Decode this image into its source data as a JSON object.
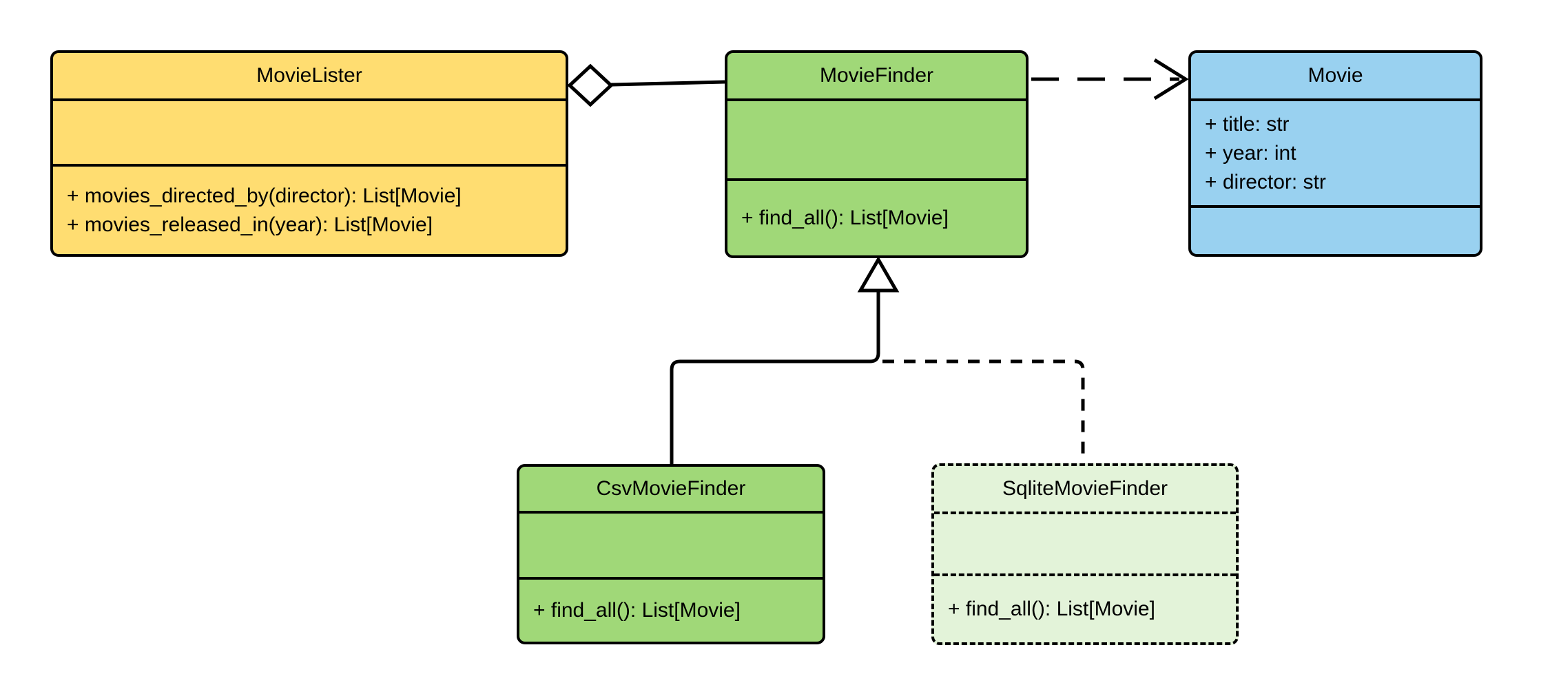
{
  "diagram": {
    "type": "uml-class-diagram",
    "background_color": "#FFFFFF",
    "stroke_color": "#000000",
    "colors": {
      "movie_lister_fill": "#FFDD71",
      "movie_finder_fill": "#A0D878",
      "movie_fill": "#99D1F0",
      "csv_movie_finder_fill": "#A0D878",
      "sqlite_movie_finder_fill": "#E3F3D9",
      "connector_stroke": "#000000",
      "arrowhead_fill": "#FFFFFF"
    }
  },
  "classes": [
    {
      "name": "MovieLister",
      "fill_color": "#FFDD71",
      "border_style": "solid",
      "attributes": [],
      "methods": [
        "+ movies_directed_by(director): List[Movie]",
        "+ movies_released_in(year): List[Movie]"
      ]
    },
    {
      "name": "MovieFinder",
      "fill_color": "#A0D878",
      "border_style": "solid",
      "attributes": [],
      "methods": [
        "+ find_all(): List[Movie]"
      ]
    },
    {
      "name": "Movie",
      "fill_color": "#99D1F0",
      "border_style": "solid",
      "attributes": [
        "+ title: str",
        "+ year: int",
        "+ director: str"
      ],
      "methods": []
    },
    {
      "name": "CsvMovieFinder",
      "fill_color": "#A0D878",
      "border_style": "solid",
      "attributes": [],
      "methods": [
        "+ find_all(): List[Movie]"
      ]
    },
    {
      "name": "SqliteMovieFinder",
      "fill_color": "#E3F3D9",
      "border_style": "dashed",
      "attributes": [],
      "methods": [
        "+ find_all(): List[Movie]"
      ]
    }
  ],
  "relationships": [
    {
      "type": "aggregation",
      "from": "MovieLister",
      "to": "MovieFinder",
      "line_style": "solid",
      "marker": "hollow-diamond"
    },
    {
      "type": "dependency",
      "from": "MovieFinder",
      "to": "Movie",
      "line_style": "dashed",
      "marker": "open-arrow"
    },
    {
      "type": "inheritance",
      "from": "CsvMovieFinder",
      "to": "MovieFinder",
      "line_style": "solid",
      "marker": "hollow-triangle"
    },
    {
      "type": "inheritance",
      "from": "SqliteMovieFinder",
      "to": "MovieFinder",
      "line_style": "dashed",
      "marker": "hollow-triangle"
    }
  ]
}
